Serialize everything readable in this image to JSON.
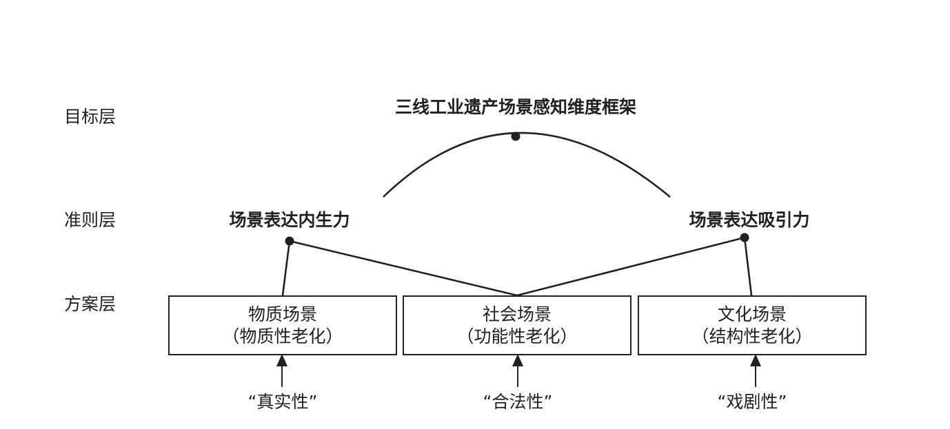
{
  "layers": {
    "goal": "目标层",
    "criteria": "准则层",
    "scheme": "方案层"
  },
  "goal_title": "三线工业遗产场景感知维度框架",
  "criteria": {
    "left": "场景表达内生力",
    "right": "场景表达吸引力"
  },
  "schemes": [
    {
      "title": "物质场景",
      "subtitle": "（物质性老化）",
      "quote": "“真实性”"
    },
    {
      "title": "社会场景",
      "subtitle": "（功能性老化）",
      "quote": "“合法性”"
    },
    {
      "title": "文化场景",
      "subtitle": "（结构性老化）",
      "quote": "“戏剧性”"
    }
  ],
  "colors": {
    "line": "#231f20"
  }
}
